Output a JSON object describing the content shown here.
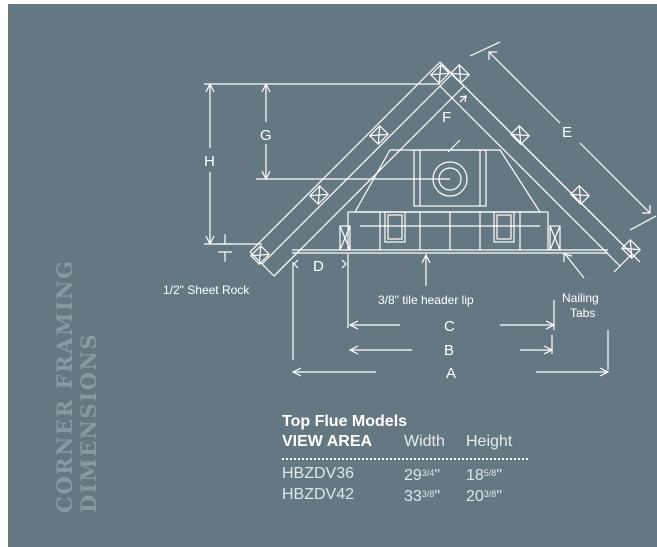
{
  "side_title": [
    "CORNER FRAMING",
    "DIMENSIONS"
  ],
  "diagram": {
    "dimension_labels": [
      "A",
      "B",
      "C",
      "D",
      "E",
      "F",
      "G",
      "H"
    ],
    "callouts": {
      "sheet_rock": "1/2\" Sheet Rock",
      "tile_header": "3/8\" tile header lip",
      "nailing_tabs_1": "Nailing",
      "nailing_tabs_2": "Tabs"
    }
  },
  "table": {
    "heading": "Top Flue Models",
    "columns": [
      "VIEW AREA",
      "Width",
      "Height"
    ],
    "rows": [
      {
        "model": "HBZDV36",
        "width_whole": "29",
        "width_frac": "3/4",
        "width_unit": "\"",
        "height_whole": "18",
        "height_frac": "5/8",
        "height_unit": "\""
      },
      {
        "model": "HBZDV42",
        "width_whole": "33",
        "width_frac": "3/8",
        "width_unit": "\"",
        "height_whole": "20",
        "height_frac": "3/8",
        "height_unit": "\""
      }
    ]
  },
  "colors": {
    "panel": "#657882",
    "line": "#ffffff",
    "side_title": "#8a999f"
  }
}
